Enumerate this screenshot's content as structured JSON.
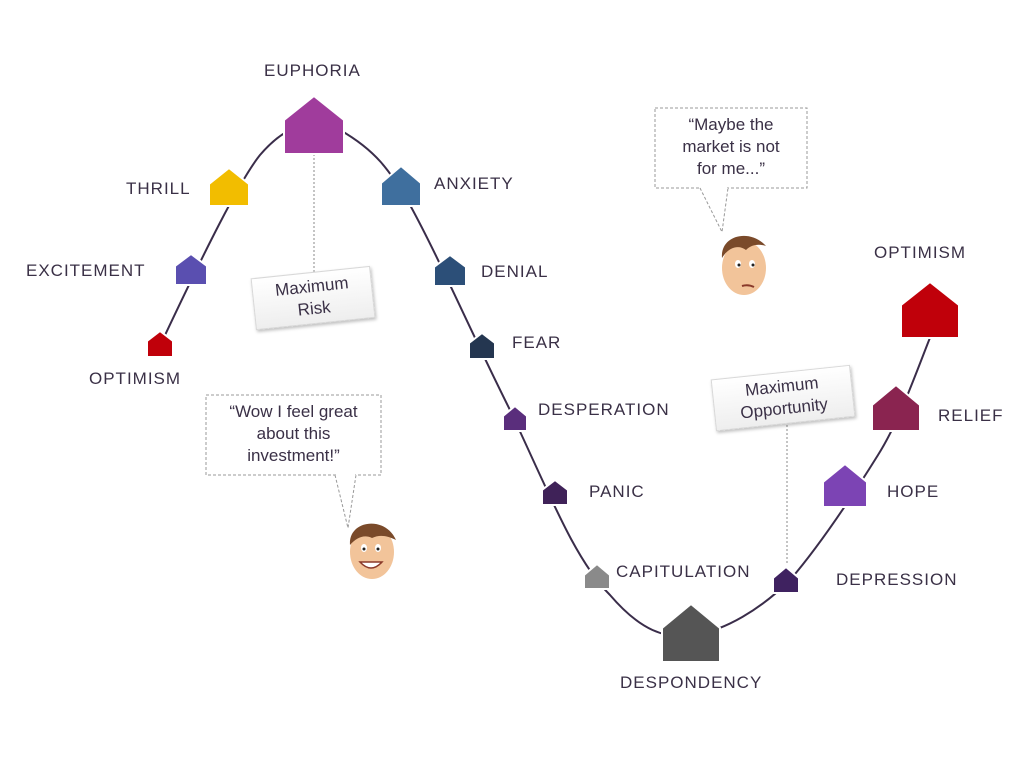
{
  "stages": {
    "optimism_start": "OPTIMISM",
    "excitement": "EXCITEMENT",
    "thrill": "THRILL",
    "euphoria": "EUPHORIA",
    "anxiety": "ANXIETY",
    "denial": "DENIAL",
    "fear": "FEAR",
    "desperation": "DESPERATION",
    "panic": "PANIC",
    "capitulation": "CAPITULATION",
    "despondency": "DESPONDENCY",
    "depression": "DEPRESSION",
    "hope": "HOPE",
    "relief": "RELIEF",
    "optimism_end": "OPTIMISM"
  },
  "annotations": {
    "max_risk": [
      "Maximum",
      "Risk"
    ],
    "max_opportunity": [
      "Maximum",
      "Opportunity"
    ]
  },
  "speech": {
    "top_right": [
      "“Maybe the",
      "market is not",
      "for me...”"
    ],
    "bottom_left": [
      "“Wow I feel great",
      "about this",
      "investment!”"
    ]
  },
  "colors": {
    "curve": "#3a2d4a",
    "optimism": "#c0000a",
    "excitement": "#5a4fb0",
    "thrill": "#f2bd00",
    "euphoria": "#a03c9c",
    "anxiety": "#3f6f9e",
    "denial": "#2c4f78",
    "fear": "#243650",
    "desperation": "#5a2e7c",
    "panic": "#3f2258",
    "capitulation": "#8a8a8a",
    "despondency": "#555555",
    "depression": "#3f2260",
    "hope": "#7c44b4",
    "relief": "#8a2450",
    "optimism_end": "#c0000a"
  }
}
